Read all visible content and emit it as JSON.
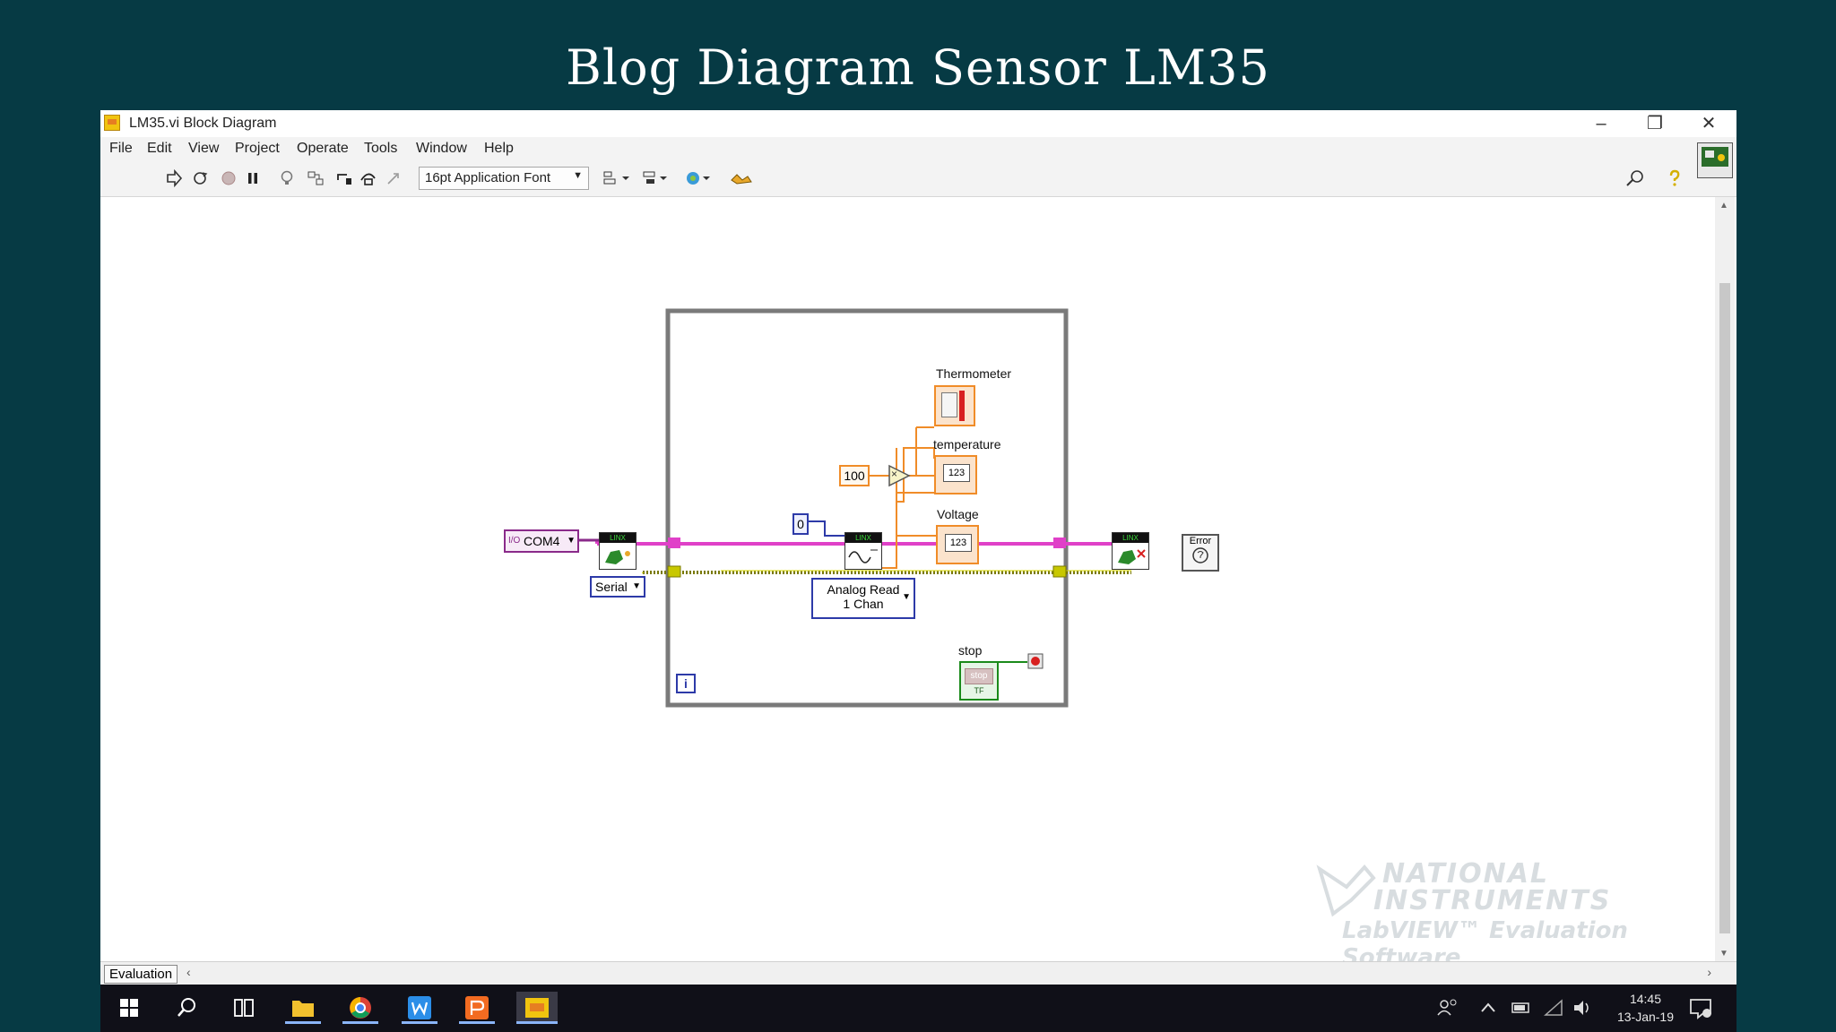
{
  "slide": {
    "title": "Blog Diagram Sensor LM35"
  },
  "window": {
    "title": "LM35.vi Block Diagram",
    "controls": [
      "–",
      "❐",
      "✕"
    ]
  },
  "menu": [
    "File",
    "Edit",
    "View",
    "Project",
    "Operate",
    "Tools",
    "Window",
    "Help"
  ],
  "toolbar": {
    "font": "16pt Application Font",
    "icons": [
      "run-arrow-icon",
      "run-continuous-icon",
      "abort-icon",
      "pause-icon",
      "highlight-execution-icon",
      "retain-wire-values-icon",
      "step-into-icon",
      "step-over-icon",
      "step-out-icon",
      "align-icon",
      "distribute-icon",
      "reorder-icon",
      "cleanup-icon",
      "search-icon",
      "help-icon"
    ]
  },
  "diagram": {
    "indicators": {
      "thermometer": "Thermometer",
      "temperature": "temperature",
      "voltage": "Voltage",
      "temperature_display": "123",
      "voltage_display": "123"
    },
    "constants": {
      "multiplier": "100",
      "pin": "0",
      "com_port": "COM4",
      "connection_type": "Serial"
    },
    "nodes": {
      "analog_read_line1": "Analog Read",
      "analog_read_line2": "1 Chan",
      "lina_init": "LINX",
      "lina_read": "LINX",
      "lina_close": "LINX",
      "error_handler": "Error",
      "multiply_symbol": "×"
    },
    "stop": {
      "label": "stop",
      "button": "stop",
      "tf": "TF"
    },
    "loop_iteration": "i"
  },
  "status": {
    "mode": "Evaluation"
  },
  "watermark": {
    "line1": "NATIONAL",
    "line2": "INSTRUMENTS",
    "line3": "LabVIEW™ Evaluation Software"
  },
  "taskbar": {
    "time": "14:45",
    "date": "13-Jan-19"
  },
  "colors": {
    "background": "#063a44",
    "error_wire": "#e040c8",
    "numeric_orange": "#f08c28",
    "numeric_blue": "#2d3aa8",
    "cluster_wire": "#8a8a00"
  }
}
